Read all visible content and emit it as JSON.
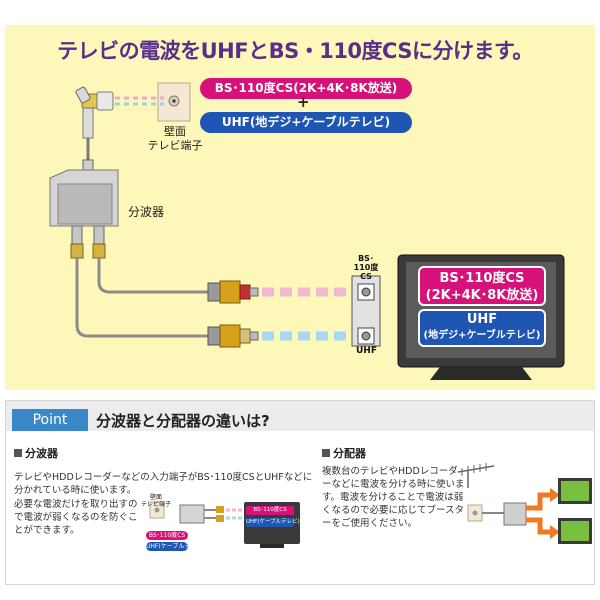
{
  "headline": "テレビの電波をUHFとBS・110度CSに分けます。",
  "pills": {
    "bs": "BS･110度CS(2K+4K･8K放送)",
    "plus": "+",
    "uhf": "UHF(地デジ+ケーブルテレビ)"
  },
  "wall": {
    "line1": "壁面",
    "line2": "テレビ端子"
  },
  "splitter_label": "分波器",
  "tv_ports": {
    "bs_line1": "BS･",
    "bs_line2": "110度CS",
    "uhf": "UHF"
  },
  "tv_screen": {
    "bs_line1": "BS･110度CS",
    "bs_line2": "(2K+4K･8K放送)",
    "uhf_line1": "UHF",
    "uhf_line2": "(地デジ+ケーブルテレビ)"
  },
  "point": {
    "tag": "Point",
    "title": "分波器と分配器の違いは?"
  },
  "left_section": {
    "heading": "分波器",
    "text_a": "テレビやHDDレコーダーなどの入力端子がBS･110度CSとUHFなどに分かれている時に使います。",
    "text_b": "必要な電波だけを取り出すので電波が弱くなるのを防ぐことができます。",
    "mini_wall_1": "壁面",
    "mini_wall_2": "テレビ端子",
    "mini_bs": "BS･110度CS",
    "mini_uhf": "UHF(ケーブルテレビ)",
    "mini_tv_bs": "BS･110度CS",
    "mini_tv_uhf": "UHF(ケーブルテレビ)"
  },
  "right_section": {
    "heading": "分配器",
    "text": "複数台のテレビやHDDレコーダーなどに電波を分ける時に使います。電波を分けることで電波は弱くなるので必要に応じてブースターをご使用ください。"
  },
  "colors": {
    "headline": "#5a2d8c",
    "bs_pink": "#d6127a",
    "uhf_blue": "#1f56b3",
    "panel_yellow": "#fdf8b9",
    "point_blue": "#3b88c9",
    "arrow_orange": "#f07a22"
  }
}
